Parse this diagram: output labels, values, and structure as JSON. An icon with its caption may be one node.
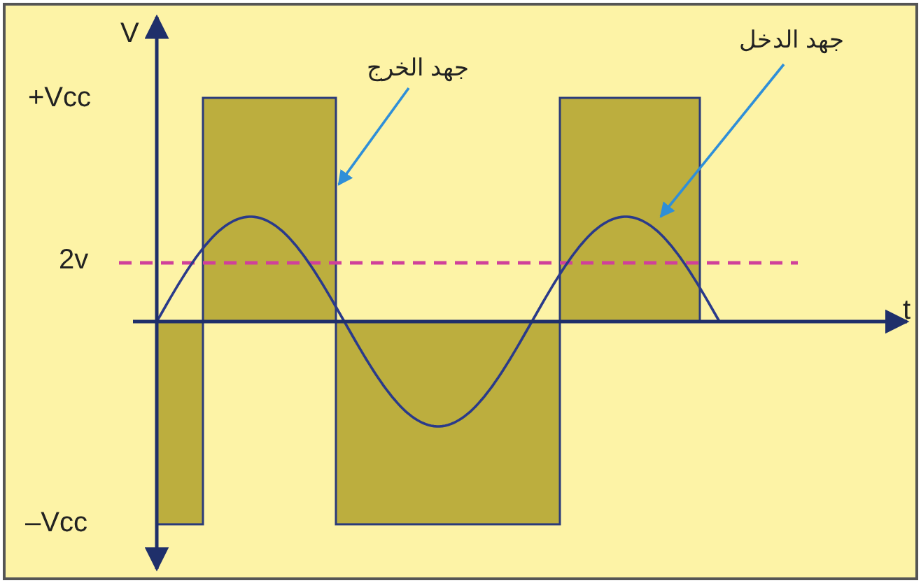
{
  "diagram": {
    "nodes": [
      {
        "text": [
          "جهد الخرج"
        ]
      },
      {
        "text": [
          "جهد الدخل"
        ]
      }
    ],
    "edges": [
      {
        "from": 0,
        "to": null,
        "arrow": "to"
      },
      {
        "from": 1,
        "to": null,
        "arrow": "to"
      }
    ],
    "labels": [
      "V",
      "+Vcc",
      "2v",
      "–Vcc",
      "t"
    ]
  }
}
